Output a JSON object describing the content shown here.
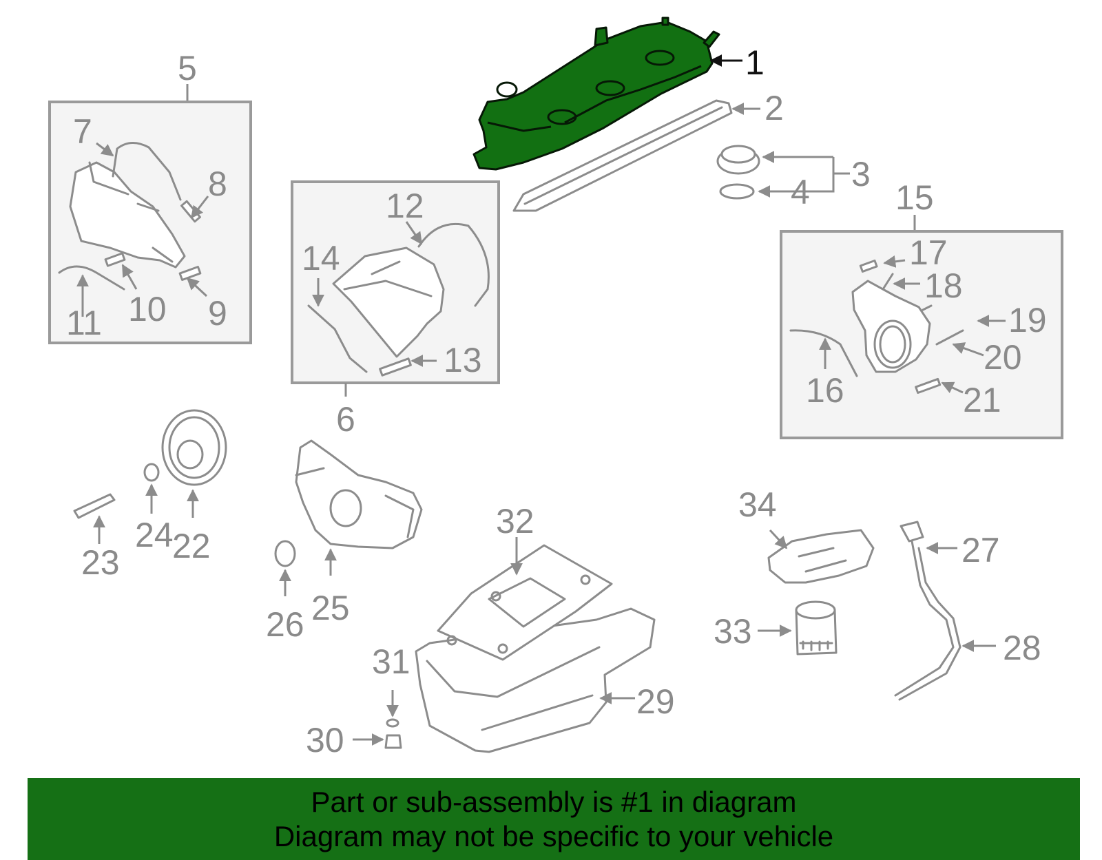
{
  "diagram": {
    "highlighted_part": "1",
    "highlight_color": "#157015",
    "callouts": [
      "1",
      "2",
      "3",
      "4",
      "5",
      "6",
      "7",
      "8",
      "9",
      "10",
      "11",
      "12",
      "13",
      "14",
      "15",
      "16",
      "17",
      "18",
      "19",
      "20",
      "21",
      "22",
      "23",
      "24",
      "25",
      "26",
      "27",
      "28",
      "29",
      "30",
      "31",
      "32",
      "33",
      "34"
    ]
  },
  "banner": {
    "line1": "Part or sub-assembly is #1 in diagram",
    "line2": "Diagram may not be specific to your vehicle",
    "background": "#157015"
  }
}
